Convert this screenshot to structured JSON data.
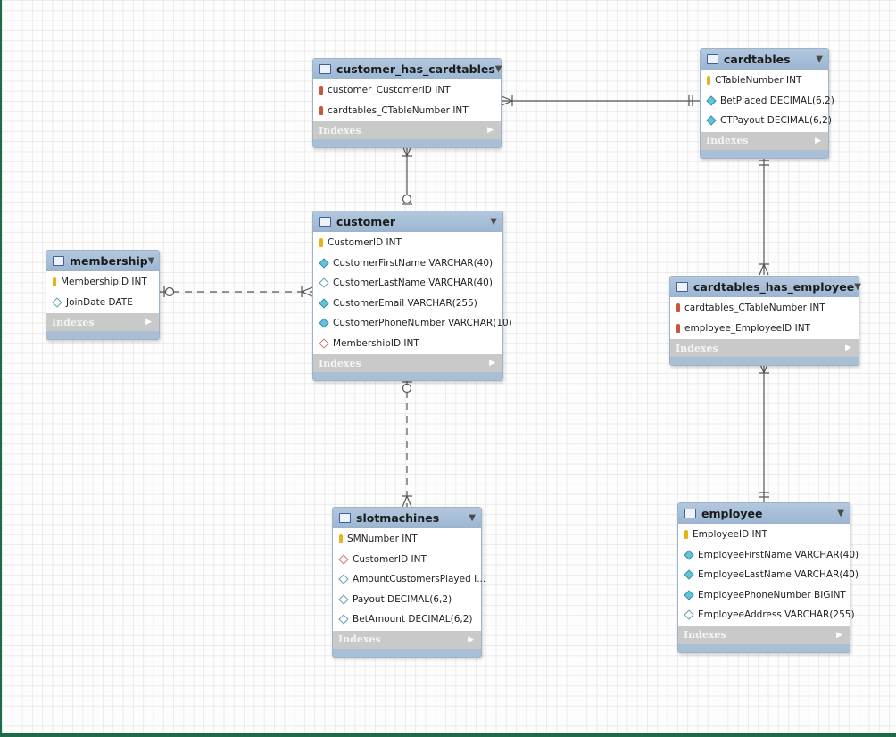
{
  "tables": {
    "customer_has_cardtables": {
      "name": "customer_has_cardtables",
      "columns": [
        {
          "icon": "foreign-key-icon",
          "text": "customer_CustomerID INT"
        },
        {
          "icon": "foreign-key-icon",
          "text": "cardtables_CTableNumber INT"
        }
      ],
      "footer": "Indexes"
    },
    "cardtables": {
      "name": "cardtables",
      "columns": [
        {
          "icon": "primary-key-icon",
          "text": "CTableNumber INT"
        },
        {
          "icon": "not-null-column-icon",
          "text": "BetPlaced DECIMAL(6,2)"
        },
        {
          "icon": "not-null-column-icon",
          "text": "CTPayout DECIMAL(6,2)"
        }
      ],
      "footer": "Indexes"
    },
    "customer": {
      "name": "customer",
      "columns": [
        {
          "icon": "primary-key-icon",
          "text": "CustomerID INT"
        },
        {
          "icon": "not-null-column-icon",
          "text": "CustomerFirstName VARCHAR(40)"
        },
        {
          "icon": "nullable-column-icon",
          "text": "CustomerLastName VARCHAR(40)"
        },
        {
          "icon": "not-null-column-icon",
          "text": "CustomerEmail VARCHAR(255)"
        },
        {
          "icon": "not-null-column-icon",
          "text": "CustomerPhoneNumber VARCHAR(10)"
        },
        {
          "icon": "nullable-foreign-key-icon",
          "text": "MembershipID INT"
        }
      ],
      "footer": "Indexes"
    },
    "membership": {
      "name": "membership",
      "columns": [
        {
          "icon": "primary-key-icon",
          "text": "MembershipID INT"
        },
        {
          "icon": "nullable-column-icon",
          "text": "JoinDate DATE"
        }
      ],
      "footer": "Indexes"
    },
    "cardtables_has_employee": {
      "name": "cardtables_has_employee",
      "columns": [
        {
          "icon": "foreign-key-icon",
          "text": "cardtables_CTableNumber INT"
        },
        {
          "icon": "foreign-key-icon",
          "text": "employee_EmployeeID INT"
        }
      ],
      "footer": "Indexes"
    },
    "slotmachines": {
      "name": "slotmachines",
      "columns": [
        {
          "icon": "primary-key-icon",
          "text": "SMNumber INT"
        },
        {
          "icon": "nullable-foreign-key-icon",
          "text": "CustomerID INT"
        },
        {
          "icon": "nullable-column-icon",
          "text": "AmountCustomersPlayed I..."
        },
        {
          "icon": "nullable-column-icon",
          "text": "Payout DECIMAL(6,2)"
        },
        {
          "icon": "nullable-column-icon",
          "text": "BetAmount DECIMAL(6,2)"
        }
      ],
      "footer": "Indexes"
    },
    "employee": {
      "name": "employee",
      "columns": [
        {
          "icon": "primary-key-icon",
          "text": "EmployeeID INT"
        },
        {
          "icon": "not-null-column-icon",
          "text": "EmployeeFirstName VARCHAR(40)"
        },
        {
          "icon": "not-null-column-icon",
          "text": "EmployeeLastName VARCHAR(40)"
        },
        {
          "icon": "not-null-column-icon",
          "text": "EmployeePhoneNumber BIGINT"
        },
        {
          "icon": "nullable-column-icon",
          "text": "EmployeeAddress VARCHAR(255)"
        }
      ],
      "footer": "Indexes"
    }
  },
  "colors": {
    "header": "#a6bdd7",
    "footer": "#c9c9c9",
    "connector": "#555555",
    "canvas_border": "#1e6b4a"
  }
}
